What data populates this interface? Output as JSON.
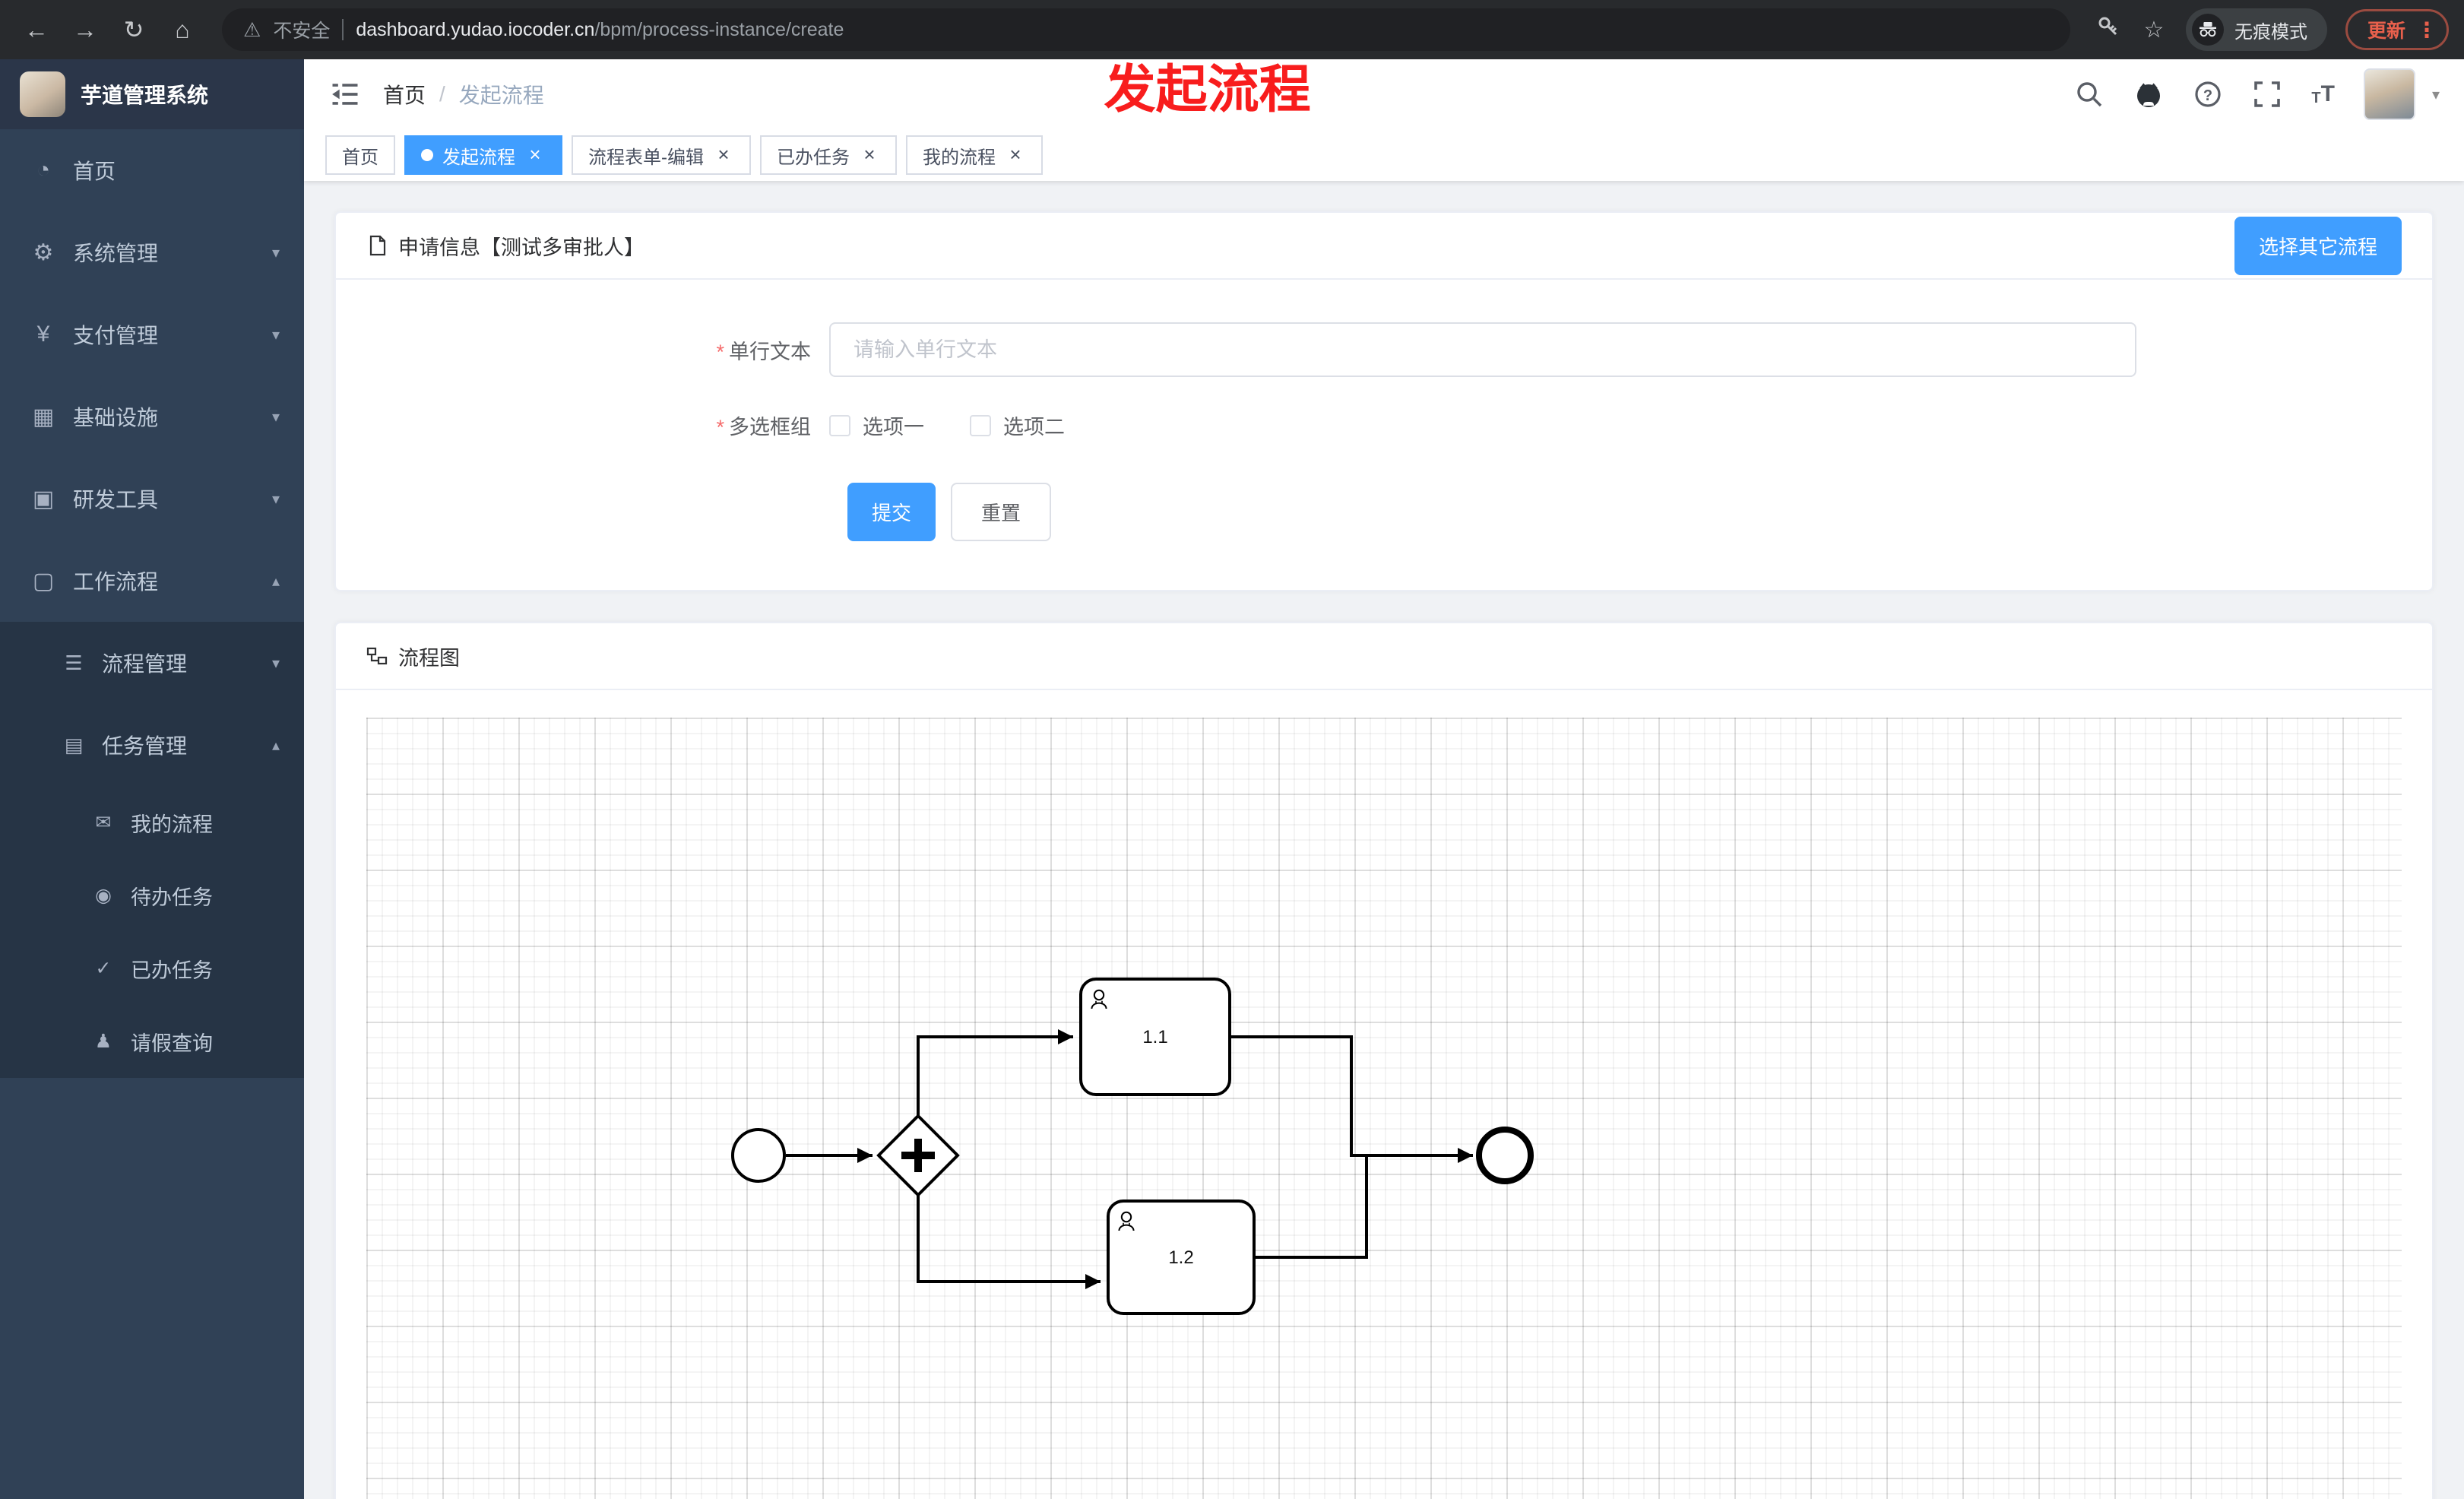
{
  "browser": {
    "security_label": "不安全",
    "url_host": "dashboard.yudao.iocoder.cn",
    "url_path": "/bpm/process-instance/create",
    "incognito_label": "无痕模式",
    "update_label": "更新"
  },
  "annotation": {
    "title": "发起流程"
  },
  "app": {
    "logo_title": "芋道管理系统"
  },
  "sidebar": {
    "items": [
      {
        "label": "首页"
      },
      {
        "label": "系统管理"
      },
      {
        "label": "支付管理"
      },
      {
        "label": "基础设施"
      },
      {
        "label": "研发工具"
      },
      {
        "label": "工作流程"
      }
    ],
    "submenu": [
      {
        "label": "流程管理"
      },
      {
        "label": "任务管理"
      }
    ],
    "leaves": [
      {
        "label": "我的流程"
      },
      {
        "label": "待办任务"
      },
      {
        "label": "已办任务"
      },
      {
        "label": "请假查询"
      }
    ]
  },
  "breadcrumb": {
    "home": "首页",
    "separator": "/",
    "current": "发起流程"
  },
  "tabs": [
    {
      "label": "首页"
    },
    {
      "label": "发起流程"
    },
    {
      "label": "流程表单-编辑"
    },
    {
      "label": "已办任务"
    },
    {
      "label": "我的流程"
    }
  ],
  "form_card": {
    "title": "申请信息【测试多审批人】",
    "choose_other_button": "选择其它流程",
    "single_line_field": {
      "label": "单行文本",
      "placeholder": "请输入单行文本"
    },
    "checkbox_group": {
      "label": "多选框组",
      "options": [
        {
          "label": "选项一",
          "checked": false
        },
        {
          "label": "选项二",
          "checked": false
        }
      ]
    },
    "submit_button": "提交",
    "reset_button": "重置"
  },
  "diagram_card": {
    "title": "流程图",
    "tasks": [
      {
        "label": "1.1"
      },
      {
        "label": "1.2"
      }
    ]
  },
  "icons": {
    "back": "←",
    "forward": "→",
    "reload": "↻",
    "home": "⌂",
    "warning": "⚠",
    "star": "☆",
    "menu_dots": "⋮",
    "close": "×",
    "chevron_down": "▾",
    "chevron_up": "▴",
    "caret_down": "▾",
    "dashboard": "◔",
    "gear": "⚙",
    "yen": "¥",
    "grid": "▦",
    "box": "▣",
    "square": "▢",
    "list": "☰",
    "rows": "▤",
    "message": "✉",
    "eye": "◉",
    "check": "✓",
    "person": "♟",
    "font_small": "T",
    "font_large": "T"
  },
  "colors": {
    "primary": "#409eff",
    "sidebar_bg": "#304156",
    "submenu_bg": "#263445",
    "update_accent": "#e8604c",
    "annotation_red": "#f81d1d"
  }
}
